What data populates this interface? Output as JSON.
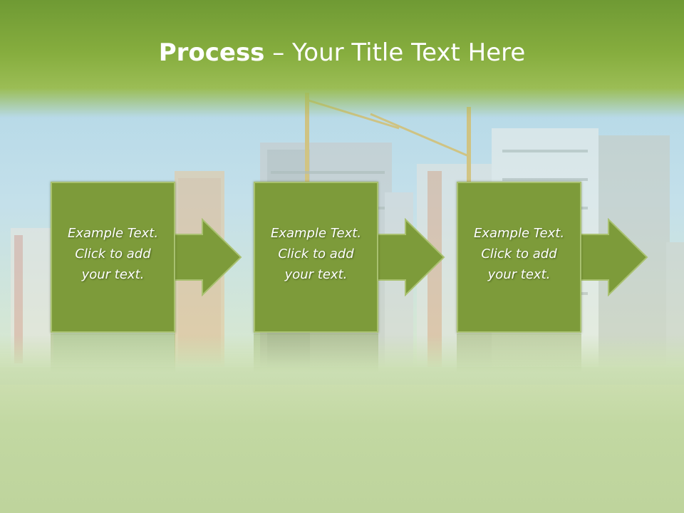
{
  "slide": {
    "title_bold": "Process",
    "title_rest": " – Your Title Text Here",
    "steps": [
      {
        "text": "Example Text.\nClick  to add\nyour text."
      },
      {
        "text": "Example Text.\nClick  to add\nyour text."
      },
      {
        "text": "Example Text.\nClick  to add\nyour text."
      }
    ]
  },
  "colors": {
    "box_fill": "#7d9b3a",
    "box_border": "#a9c170",
    "header_green": "#86ad3e"
  }
}
